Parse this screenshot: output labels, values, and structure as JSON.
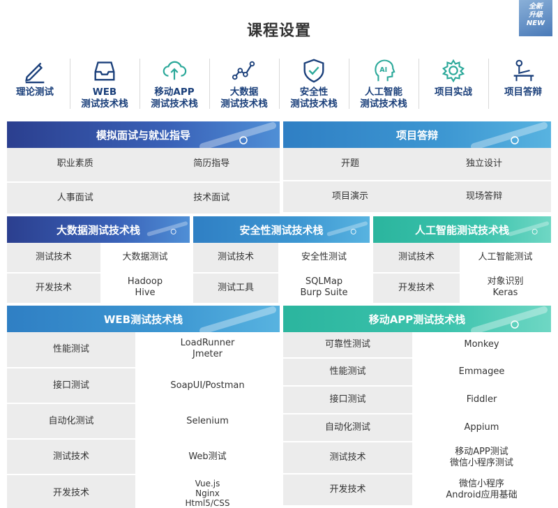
{
  "title": "课程设置",
  "badge": [
    "全新",
    "升级",
    "NEW"
  ],
  "icons": [
    {
      "name": "pen-icon",
      "label": "理论测试"
    },
    {
      "name": "tray-icon",
      "label": "WEB\n测试技术栈"
    },
    {
      "name": "cloud-upload-icon",
      "label": "移动APP\n测试技术栈"
    },
    {
      "name": "chart-line-icon",
      "label": "大数据\n测试技术栈"
    },
    {
      "name": "shield-check-icon",
      "label": "安全性\n测试技术栈"
    },
    {
      "name": "ai-head-icon",
      "label": "人工智能\n测试技术栈"
    },
    {
      "name": "gear-icon",
      "label": "项目实战"
    },
    {
      "name": "presenter-icon",
      "label": "项目答辩"
    }
  ],
  "interview": {
    "title": "模拟面试与就业指导",
    "items": [
      "职业素质",
      "简历指导",
      "人事面试",
      "技术面试"
    ]
  },
  "defense": {
    "title": "项目答辩",
    "items": [
      "开题",
      "独立设计",
      "项目演示",
      "现场答辩"
    ]
  },
  "bigdata": {
    "title": "大数据测试技术栈",
    "rows": [
      [
        "测试技术",
        "大数据测试"
      ],
      [
        "开发技术",
        "Hadoop\nHive"
      ]
    ]
  },
  "security": {
    "title": "安全性测试技术栈",
    "rows": [
      [
        "测试技术",
        "安全性测试"
      ],
      [
        "测试工具",
        "SQLMap\nBurp Suite"
      ]
    ]
  },
  "ai": {
    "title": "人工智能测试技术栈",
    "rows": [
      [
        "测试技术",
        "人工智能测试"
      ],
      [
        "开发技术",
        "对象识别\nKeras"
      ]
    ]
  },
  "web": {
    "title": "WEB测试技术栈",
    "rows": [
      [
        "性能测试",
        "LoadRunner\nJmeter"
      ],
      [
        "接口测试",
        "SoapUI/Postman"
      ],
      [
        "自动化测试",
        "Selenium"
      ],
      [
        "测试技术",
        "Web测试"
      ],
      [
        "开发技术",
        "Vue.js\nNginx\nHtml5/CSS"
      ]
    ]
  },
  "app": {
    "title": "移动APP测试技术栈",
    "rows": [
      [
        "可靠性测试",
        "Monkey"
      ],
      [
        "性能测试",
        "Emmagee"
      ],
      [
        "接口测试",
        "Fiddler"
      ],
      [
        "自动化测试",
        "Appium"
      ],
      [
        "测试技术",
        "移动APP测试\n微信小程序测试"
      ],
      [
        "开发技术",
        "微信小程序\nAndroid应用基础"
      ]
    ]
  },
  "colors": {
    "blue_dark": "#2b3f8f",
    "blue_mid": "#2f7fc4",
    "teal": "#2bb59e",
    "cell_gray": "#ececec",
    "icon_blue": "#1a3f7a",
    "icon_teal": "#2aa899"
  }
}
